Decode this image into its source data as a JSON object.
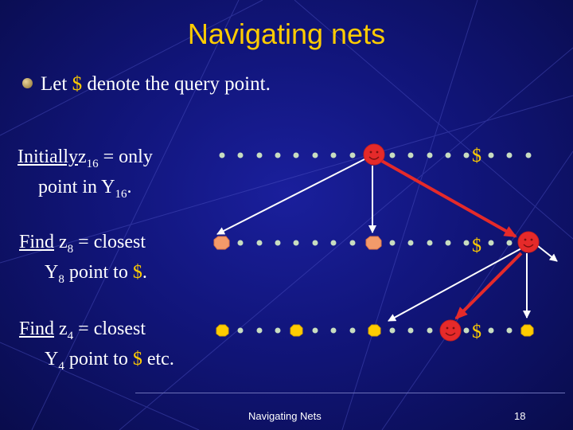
{
  "slide": {
    "title": "Navigating nets",
    "bullet": {
      "prefix": "Let ",
      "symbol": "$",
      "suffix": " denote the query point."
    },
    "steps": [
      {
        "link": "Initially",
        "z": "z",
        "zsub": "16",
        "mid": " = only",
        "line2a": "point in Y",
        "line2sub": "16",
        "line2b": ".",
        "line2c": "",
        "line2d": ""
      },
      {
        "link": "Find",
        "z": " z",
        "zsub": "8",
        "mid": " = closest",
        "line2a": "Y",
        "line2sub": "8",
        "line2b": " point to ",
        "line2c": "$",
        "line2d": "."
      },
      {
        "link": "Find",
        "z": " z",
        "zsub": "4",
        "mid": " = closest",
        "line2a": "Y",
        "line2sub": "4",
        "line2b": " point to ",
        "line2c": "$",
        "line2d": " etc."
      }
    ],
    "query_label": "$",
    "footer_center": "Navigating Nets",
    "page_number": "18"
  },
  "colors": {
    "title": "#ffcc00",
    "dollar": "#ffcc00",
    "text": "#ffffff",
    "dot": "#c8ddc0",
    "net8_point": "#f39a6a",
    "net4_point": "#ffcc00",
    "nearest_point": "#e52a2a",
    "arrow_white": "#ffffff",
    "arrow_red": "#e52a2a"
  }
}
